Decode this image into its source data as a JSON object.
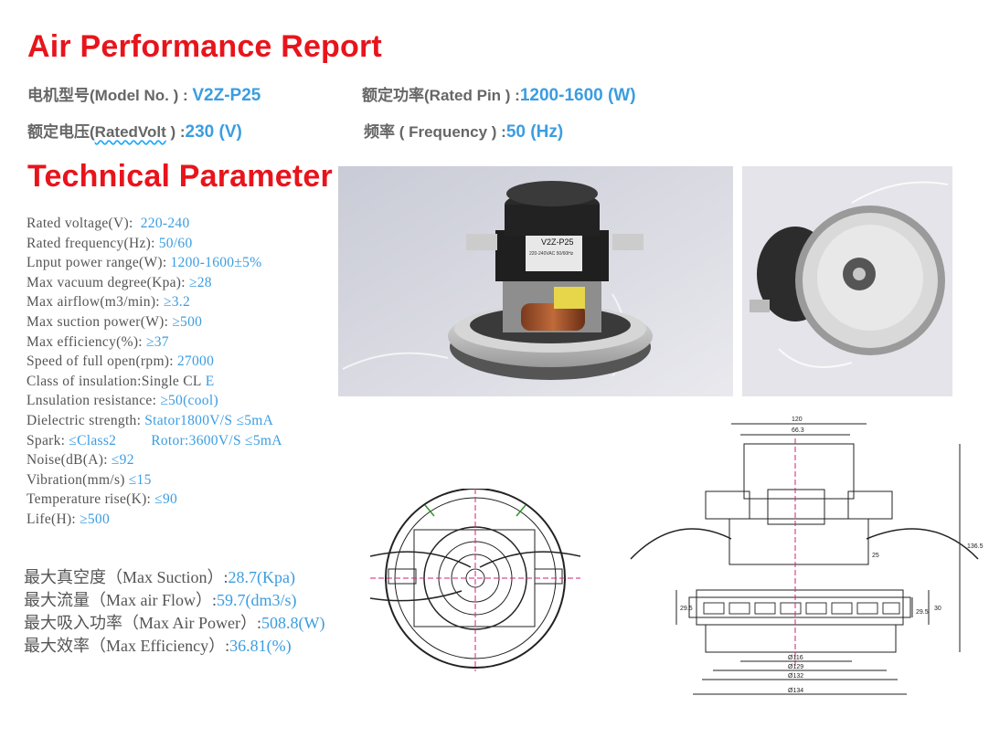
{
  "header": {
    "title": "Air Performance Report"
  },
  "info": {
    "model_label": "电机型号(Model No. ) : ",
    "model_value": "V2Z-P25",
    "power_label": "额定功率(Rated Pin ) :",
    "power_value": "1200-1600 (W)",
    "volt_label_pre": "额定电压(",
    "volt_label_ul": "RatedVolt",
    "volt_label_post": " ) :",
    "volt_value": "230 (V)",
    "freq_label": "频率 ( Frequency ) :",
    "freq_value": "50 (Hz)"
  },
  "tech": {
    "title": "Technical Parameter",
    "params": [
      {
        "label": "Rated voltage(V):",
        "value": " 220-240"
      },
      {
        "label": "Rated frequency(Hz):",
        "value": "50/60"
      },
      {
        "label": "Lnput power range(W):",
        "value": "1200-1600±5%"
      },
      {
        "label": "Max vacuum degree(Kpa):",
        "value": "≥28"
      },
      {
        "label": "Max airflow(m3/min):",
        "value": "≥3.2"
      },
      {
        "label": "Max suction power(W):",
        "value": "≥500"
      },
      {
        "label": "Max efficiency(%):",
        "value": "≥37"
      },
      {
        "label": "Speed of full open(rpm):",
        "value": "27000"
      },
      {
        "label": "Class of insulation:Single CL",
        "value": "E"
      },
      {
        "label": "Lnsulation resistance:",
        "value": "≥50(cool)"
      },
      {
        "label": "Dielectric strength:",
        "value": "Stator1800V/S ≤5mA"
      },
      {
        "label": "Spark:",
        "value": "≤Class2",
        "extra": "Rotor:3600V/S ≤5mA"
      },
      {
        "label": "Noise(dB(A):",
        "value": "≤92"
      },
      {
        "label": "Vibration(mm/s)",
        "value": "≤15"
      },
      {
        "label": "Temperature rise(K):",
        "value": "≤90"
      },
      {
        "label": "Life(H):",
        "value": "≥500"
      }
    ]
  },
  "results": [
    {
      "label": "最大真空度（Max Suction）:",
      "value": "28.7(Kpa)"
    },
    {
      "label": "最大流量（Max air Flow）:",
      "value": "59.7(dm3/s)"
    },
    {
      "label": "最大吸入功率（Max Air Power）:",
      "value": "508.8(W)"
    },
    {
      "label": "最大效率（Max Efficiency）:",
      "value": "36.81(%)"
    }
  ],
  "photo": {
    "label_model": "V2Z-P25",
    "label_spec": "220-240VAC 50/60Hz"
  },
  "drawing": {
    "dim_top": "120",
    "dim_inner": "66.3",
    "dim_height": "136.5",
    "dim_side1": "29.5",
    "dim_side2": "29.5",
    "dim_side3": "30",
    "dim_mid": "25",
    "dia1": "Ø116",
    "dia2": "Ø129",
    "dia3": "Ø132",
    "dia4": "Ø134"
  },
  "colors": {
    "title_red": "#e8141c",
    "value_blue": "#3b9de0",
    "text_gray": "#555555"
  }
}
